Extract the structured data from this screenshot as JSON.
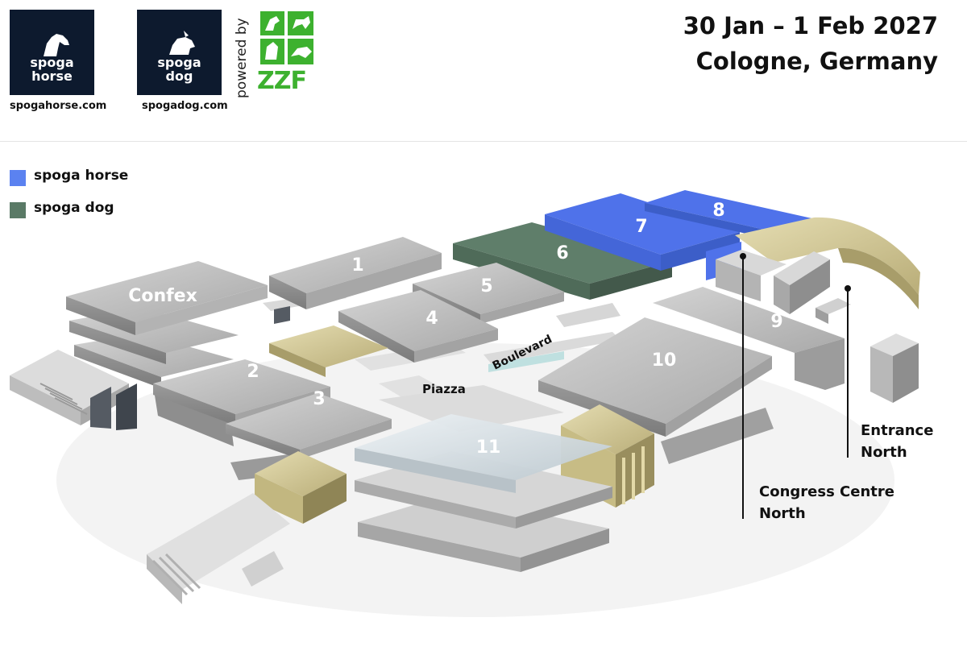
{
  "header": {
    "logos": [
      {
        "word_line1": "spoga",
        "word_line2": "horse",
        "url": "spogahorse.com",
        "icon": "horse-head-icon"
      },
      {
        "word_line1": "spoga",
        "word_line2": "dog",
        "url": "spogadog.com",
        "icon": "dog-head-icon"
      }
    ],
    "powered_by": "powered by",
    "sponsor": {
      "name": "ZZF",
      "icon": "animal-pictogram-icon",
      "color": "#3db12f"
    },
    "event_dates": "30 Jan – 1 Feb 2027",
    "event_location": "Cologne, Germany"
  },
  "legend": [
    {
      "label": "spoga horse",
      "color": "#5b82f0"
    },
    {
      "label": "spoga dog",
      "color": "#5a7a66"
    }
  ],
  "map": {
    "halls": [
      {
        "label": "Confex",
        "highlight": "none"
      },
      {
        "label": "1",
        "highlight": "none"
      },
      {
        "label": "2",
        "highlight": "none"
      },
      {
        "label": "3",
        "highlight": "none"
      },
      {
        "label": "4",
        "highlight": "none"
      },
      {
        "label": "5",
        "highlight": "none"
      },
      {
        "label": "6",
        "highlight": "spoga dog"
      },
      {
        "label": "7",
        "highlight": "spoga horse"
      },
      {
        "label": "8",
        "highlight": "spoga horse"
      },
      {
        "label": "9",
        "highlight": "none"
      },
      {
        "label": "10",
        "highlight": "none"
      },
      {
        "label": "11",
        "highlight": "none"
      }
    ],
    "labels": {
      "piazza": "Piazza",
      "boulevard": "Boulevard",
      "entrance_line1": "Entrance",
      "entrance_line2": "North",
      "congress_line1": "Congress Centre",
      "congress_line2": "North"
    }
  }
}
